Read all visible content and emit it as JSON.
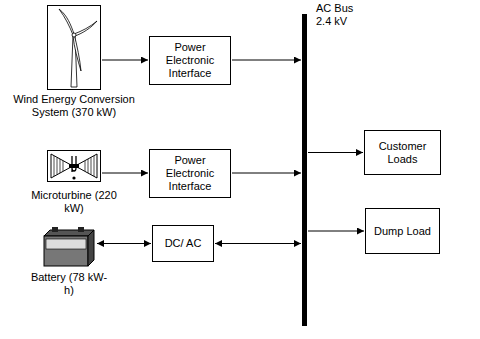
{
  "diagram": {
    "nodes": [
      {
        "text": [
          "Wind Energy Conversion System (370 kW)"
        ]
      },
      {
        "text": [
          "Power Electronic Interface"
        ]
      },
      {
        "text": [
          "Microturbine (220 kW)"
        ]
      },
      {
        "text": [
          "Power Electronic Interface"
        ]
      },
      {
        "text": [
          "Battery (78 kW-h)"
        ]
      },
      {
        "text": [
          "DC/ AC"
        ]
      },
      {
        "text": [
          "AC Bus 2.4 kV"
        ]
      },
      {
        "text": [
          "Customer Loads"
        ]
      },
      {
        "text": [
          "Dump Load"
        ]
      }
    ],
    "edges": [
      {
        "from": 0,
        "to": 1,
        "arrow": "to"
      },
      {
        "from": 1,
        "to": 6,
        "arrow": "to"
      },
      {
        "from": 2,
        "to": 3,
        "arrow": "to"
      },
      {
        "from": 3,
        "to": 6,
        "arrow": "to"
      },
      {
        "from": 4,
        "to": 5,
        "arrow": "both"
      },
      {
        "from": 5,
        "to": 6,
        "arrow": "both"
      },
      {
        "from": 6,
        "to": 7,
        "arrow": "to"
      },
      {
        "from": 6,
        "to": 8,
        "arrow": "to"
      }
    ]
  }
}
